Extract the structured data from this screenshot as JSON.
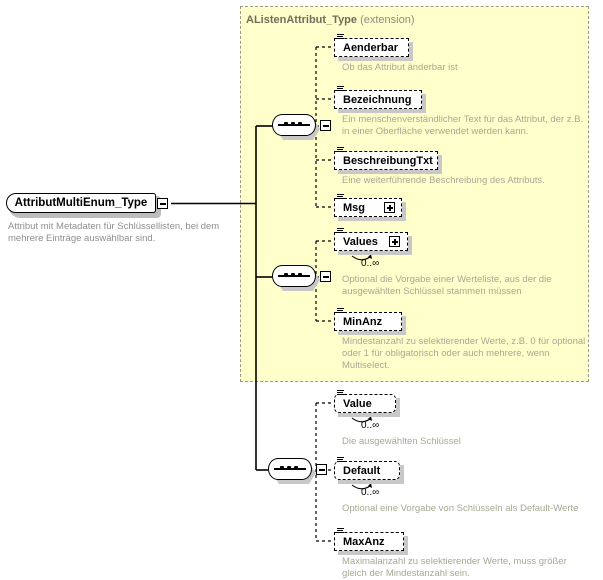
{
  "diagram": {
    "type": "xsd-schema-element-tree",
    "root": {
      "name": "AttributMultiEnum_Type",
      "documentation": "Attribut mit Metadaten für Schlüssellisten, bei dem mehrere Einträge auswählbar sind.",
      "toggle": "minus",
      "required": true
    },
    "extension": {
      "base_type": "AListenAttribut_Type",
      "kind_label": "(extension)",
      "background_color": "#ffffcc",
      "border_color": "#9a9a8c"
    },
    "compositors": [
      {
        "id": "seq-1",
        "symbol": "sequence",
        "toggle": "minus"
      },
      {
        "id": "seq-2",
        "symbol": "sequence",
        "toggle": "minus"
      },
      {
        "id": "seq-3",
        "symbol": "sequence",
        "toggle": "minus"
      }
    ],
    "groups": [
      {
        "id": "group-extension-1",
        "compositor": "seq-1",
        "inside_extension": true,
        "elements": [
          {
            "name": "Aenderbar",
            "optional": true,
            "occurrence": null,
            "expandable": false,
            "documentation": "Ob das Attribut änderbar ist"
          },
          {
            "name": "Bezeichnung",
            "optional": true,
            "occurrence": null,
            "expandable": false,
            "documentation": "Ein menschenverständlicher Text für das Attribut, der z.B. in einer Oberfläche verwendet werden kann."
          },
          {
            "name": "BeschreibungTxt",
            "optional": true,
            "occurrence": null,
            "expandable": false,
            "documentation": "Eine weiterführende Beschreibung des Attributs."
          },
          {
            "name": "Msg",
            "optional": true,
            "occurrence": null,
            "expandable": true,
            "toggle": "plus",
            "documentation": ""
          }
        ]
      },
      {
        "id": "group-extension-2",
        "compositor": "seq-2",
        "inside_extension": true,
        "elements": [
          {
            "name": "Values",
            "optional": true,
            "occurrence": "0..∞",
            "expandable": true,
            "toggle": "plus",
            "documentation": "Optional die Vorgabe einer Werteliste, aus der die ausgewählten Schlüssel stammen müssen"
          },
          {
            "name": "MinAnz",
            "optional": true,
            "occurrence": null,
            "expandable": false,
            "documentation": "Mindestanzahl zu selektierender Werte, z.B. 0 für optional oder 1 für obligatorisch oder auch mehrere, wenn Multiselect."
          }
        ]
      },
      {
        "id": "group-own",
        "compositor": "seq-3",
        "inside_extension": false,
        "elements": [
          {
            "name": "Value",
            "optional": true,
            "occurrence": "0..∞",
            "expandable": false,
            "documentation": "Die ausgewählten Schlüssel"
          },
          {
            "name": "Default",
            "optional": true,
            "occurrence": "0..∞",
            "expandable": false,
            "documentation": "Optional eine Vorgabe von Schlüsseln als Default-Werte"
          },
          {
            "name": "MaxAnz",
            "optional": true,
            "occurrence": null,
            "expandable": false,
            "documentation": "Maximalanzahl zu selektierender Werte, muss größer gleich der Mindestanzahl sein."
          }
        ]
      }
    ]
  }
}
